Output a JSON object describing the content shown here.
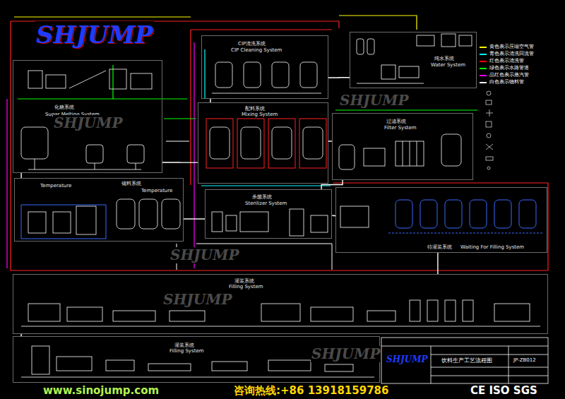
{
  "diagram": {
    "nodes": [
      {
        "text": [
          "化糖系统",
          "Sugar Melting System"
        ]
      },
      {
        "text": [
          "CIP清洗系统",
          "CIP Cleaning System"
        ]
      },
      {
        "text": [
          "配料系统",
          "Mixing System"
        ]
      },
      {
        "text": [
          "纯水系统",
          "Water System"
        ]
      },
      {
        "text": [
          "过滤系统",
          "Filter System"
        ]
      },
      {
        "text": [
          "Temperature",
          "储料系统",
          "Temperature"
        ]
      },
      {
        "text": [
          "杀菌系统",
          "Sterilizer System"
        ]
      },
      {
        "text": [
          "待灌装系统",
          "Waiting For Filling System"
        ]
      },
      {
        "text": [
          "灌装系统",
          "Filling System"
        ]
      },
      {
        "text": [
          "灌装系统",
          "Filling System"
        ]
      }
    ],
    "edges": [
      {
        "from": 0,
        "to": 2,
        "arrow": "none"
      },
      {
        "from": 1,
        "to": 2,
        "arrow": "none"
      },
      {
        "from": 3,
        "to": 1,
        "arrow": "none"
      },
      {
        "from": 2,
        "to": 4,
        "arrow": "none"
      },
      {
        "from": 4,
        "to": 6,
        "arrow": "none"
      },
      {
        "from": 6,
        "to": 7,
        "arrow": "none"
      },
      {
        "from": 5,
        "to": 6,
        "arrow": "none"
      },
      {
        "from": 0,
        "to": 5,
        "arrow": "none"
      },
      {
        "from": 7,
        "to": 8,
        "arrow": "none"
      },
      {
        "from": 8,
        "to": 9,
        "arrow": "none"
      }
    ],
    "labels": [
      "SHJUMP",
      "SHJUMP",
      "SHJUMP",
      "SHJUMP",
      "SHJUMP",
      "SHJUMP",
      "www.sinojump.com",
      "咨询热线:+86 13918159786",
      "CE ISO SGS",
      "SHJUMP",
      "饮料生产工艺流程图",
      "JP-ZB012"
    ],
    "legend": [
      {
        "text": "黄色表示压缩空气管",
        "color": "#ffff00"
      },
      {
        "text": "青色表示清洗回流管",
        "color": "#00ffff"
      },
      {
        "text": "红色表示清洗管",
        "color": "#ff0000"
      },
      {
        "text": "绿色表示水路管道",
        "color": "#00ff00"
      },
      {
        "text": "品红色表示蒸汽管",
        "color": "#ff00ff"
      },
      {
        "text": "白色表示物料管",
        "color": "#ffffff"
      }
    ]
  }
}
